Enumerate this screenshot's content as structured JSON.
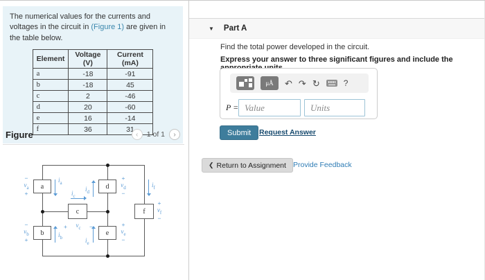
{
  "colors": {
    "problem_box_bg": "#e8f3f8",
    "figure_link": "#3a87ad",
    "circuit_label_blue": "#5b9bd5",
    "submit_bg": "#3e7d9c",
    "request_link": "#174a6e",
    "feedback_link": "#2e7cb5",
    "toolbar_button_bg": "#7a7a7a",
    "input_border": "#9cc3d6"
  },
  "problem": {
    "text_before": "The numerical values for the currents and voltages in the circuit in ",
    "figure_link": "(Figure 1)",
    "text_after": " are given in the table below.",
    "table": {
      "headers": [
        "Element",
        "Voltage (V)",
        "Current (mA)"
      ],
      "rows": [
        [
          "a",
          "-18",
          "-91"
        ],
        [
          "b",
          "-18",
          "45"
        ],
        [
          "c",
          "2",
          "-46"
        ],
        [
          "d",
          "20",
          "-60"
        ],
        [
          "e",
          "16",
          "-14"
        ],
        [
          "f",
          "36",
          "31"
        ]
      ]
    }
  },
  "figure": {
    "title": "Figure",
    "page_label": "1 of 1",
    "prev_icon": "‹",
    "next_icon": "›"
  },
  "circuit": {
    "plus": "+",
    "minus": "−",
    "elements": {
      "a": {
        "label": "a",
        "v": "v",
        "vsub": "a",
        "i": "i",
        "isub": "a"
      },
      "b": {
        "label": "b",
        "v": "v",
        "vsub": "b",
        "i": "i",
        "isub": "b"
      },
      "c": {
        "label": "c",
        "v": "v",
        "vsub": "c",
        "i": "i",
        "isub": "c"
      },
      "d": {
        "label": "d",
        "v": "v",
        "vsub": "d",
        "i": "i",
        "isub": "d"
      },
      "e": {
        "label": "e",
        "v": "v",
        "vsub": "e",
        "i": "i",
        "isub": "e"
      },
      "f": {
        "label": "f",
        "v": "v",
        "vsub": "f",
        "i": "i",
        "isub": "f"
      }
    }
  },
  "part_a": {
    "collapse_icon": "▼",
    "title": "Part A",
    "question": "Find the total power developed in the circuit.",
    "instruction": "Express your answer to three significant figures and include the appropriate units.",
    "toolbar": {
      "units_button": "μÅ",
      "undo_icon": "↶",
      "redo_icon": "↷",
      "reset_icon": "↻",
      "help": "?"
    },
    "answer": {
      "variable": "P",
      "equals": "=",
      "value_placeholder": "Value",
      "units_placeholder": "Units"
    },
    "submit_label": "Submit",
    "request_answer_label": "Request Answer"
  },
  "footer": {
    "return_chevron": "❮",
    "return_label": "Return to Assignment",
    "feedback_label": "Provide Feedback"
  }
}
